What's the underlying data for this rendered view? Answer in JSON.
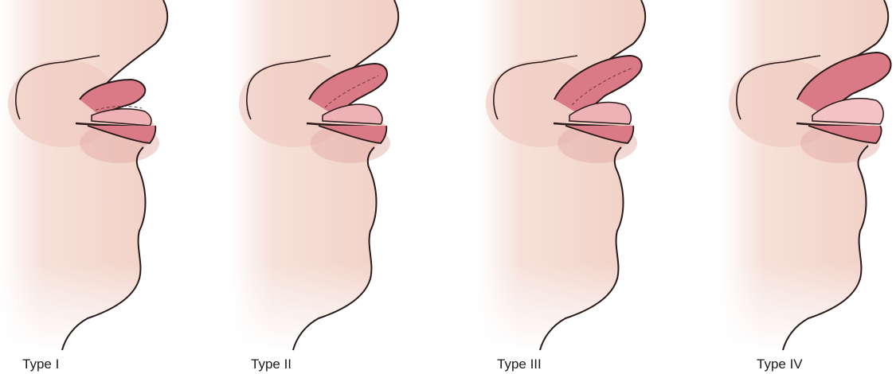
{
  "figure": {
    "panels": [
      {
        "label": "Type I",
        "tongue": "tip reaches lip line"
      },
      {
        "label": "Type II",
        "tongue": "protrudes beyond lips"
      },
      {
        "label": "Type III",
        "tongue": "protrudes further beyond lips"
      },
      {
        "label": "Type IV",
        "tongue": "protrudes well beyond lips"
      }
    ],
    "colors": {
      "skin": "#f3d9cf",
      "skin_shadow": "#e5b4ab",
      "tongue": "#d97a86",
      "tongue_light": "#eeb1b6",
      "outline": "#2b1a1a"
    }
  }
}
